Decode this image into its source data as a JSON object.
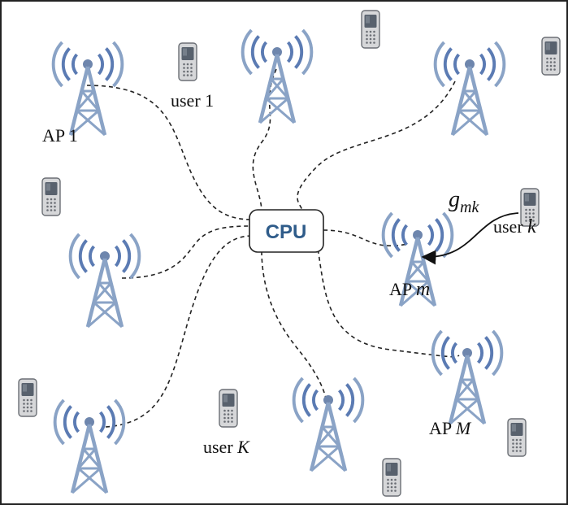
{
  "cpu": {
    "label": "CPU"
  },
  "labels": {
    "user_1": "user 1",
    "ap_1": "AP 1",
    "gmk_main": "g",
    "gmk_sub": "mk",
    "user_k_prefix": "user ",
    "user_k_var": "k",
    "ap_m_prefix": "AP ",
    "ap_m_var": "m",
    "ap_M_prefix": "AP ",
    "ap_M_var": "M",
    "user_K_prefix": "user ",
    "user_K_var": "K"
  },
  "colors": {
    "tower": "#8aa3c6",
    "tower_dark": "#6e86ad",
    "signal": "#5b7bb3",
    "phone_body": "#d6d7d9",
    "phone_screen": "#58616d",
    "cpu_text": "#2f5c8a",
    "link": "#222222"
  },
  "icons": {
    "access_point": "antenna-tower-icon",
    "user": "mobile-phone-icon",
    "server": "cpu-box"
  }
}
